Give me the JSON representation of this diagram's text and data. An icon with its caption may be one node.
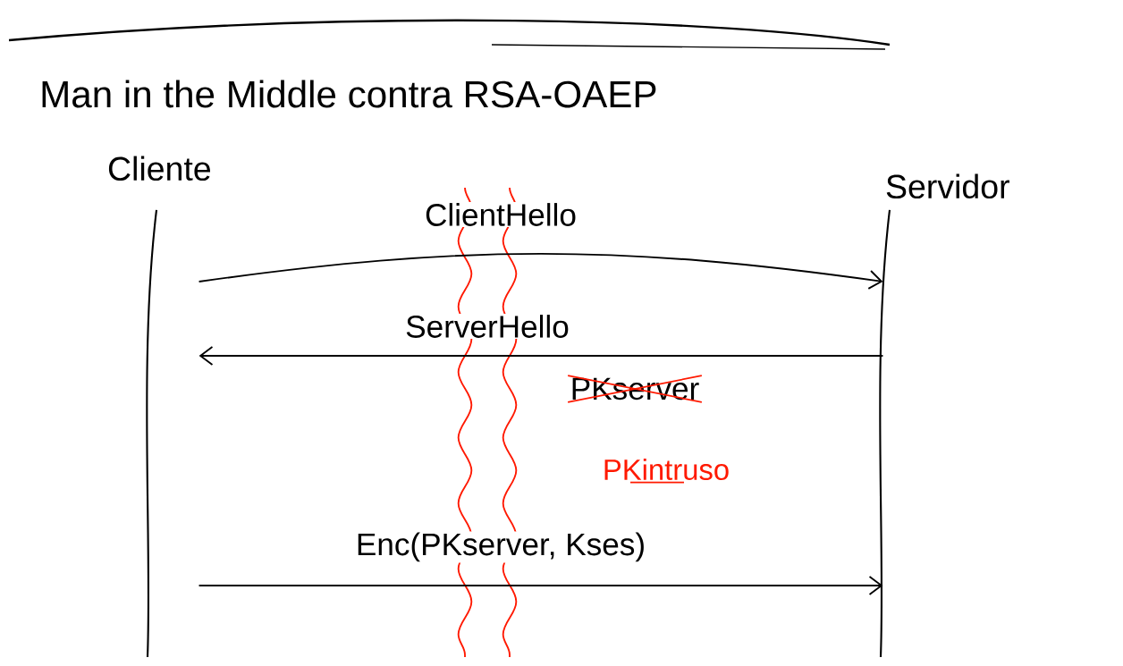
{
  "diagram": {
    "title": "Man in the Middle contra RSA-OAEP",
    "nodes": [
      {
        "text": [
          "Cliente"
        ]
      },
      {
        "text": [
          "Servidor"
        ]
      }
    ],
    "edges": [
      {
        "from": 0,
        "to": 1,
        "arrow": "to",
        "label": "ClientHello"
      },
      {
        "from": 1,
        "to": 0,
        "arrow": "to",
        "label": "ServerHello"
      },
      {
        "from": 0,
        "to": 1,
        "arrow": "to",
        "label": "Enc(PKserver, Kses)"
      }
    ],
    "labels": [
      "PKserver",
      "PKintruso"
    ]
  }
}
